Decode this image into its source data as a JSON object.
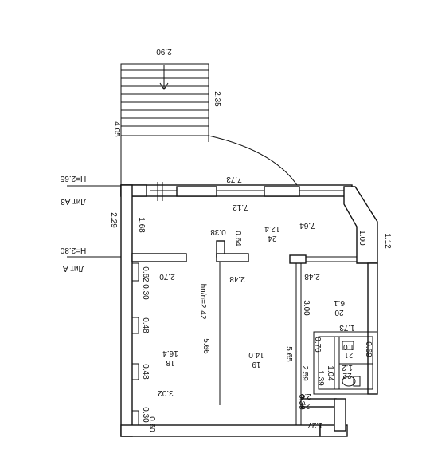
{
  "stairs": {
    "width": "2.90",
    "length": "2.35",
    "side": "4.05"
  },
  "levels": {
    "a3_label": "Лит А3",
    "a3_height": "H=2.65",
    "a_label": "Лит А",
    "a_height": "H=2.80"
  },
  "dims": {
    "top_outer": "7.73",
    "top_inner": "7.12",
    "left_a3": "2.29",
    "left_inner_a3": "1.68",
    "right_outer": "1.12",
    "right_inner": "1.00",
    "corner_top": "0.38",
    "corner_side": "0.64",
    "room18_top": "2.70",
    "room19_top": "2.48",
    "room20_top": "2.48",
    "room18_w1": "0.62",
    "room18_w2": "0.30",
    "room18_w3": "0.48",
    "room18_w4": "0.48",
    "room18_w5": "0.30",
    "room18_bottom": "0.60",
    "room18_side": "3.02",
    "room18_center": "5.66",
    "room18_height": "hn/n=2.42",
    "room19_side": "5.65",
    "room20_side": "3.00",
    "room20_bottom": "1.73",
    "wc_left": "0.76",
    "wc_right": "0.69",
    "wc_side": "1.04",
    "wc_inner": "1.39",
    "r23_h": "2.59",
    "r23_b": "0.39",
    "r23_bottom": "1.27"
  },
  "rooms": {
    "r24_num": "24",
    "r24_area": "12.4",
    "r24_width": "7.64",
    "r18_num": "18",
    "r18_area": "16.4",
    "r19_num": "19",
    "r19_area": "14.0",
    "r20_num": "20",
    "r20_area": "6.1",
    "r21_num": "21",
    "r21_area": "1.0",
    "r22_num": "22",
    "r22_area": "1.2",
    "r23_num": "23",
    "r23_area": "2.6"
  }
}
